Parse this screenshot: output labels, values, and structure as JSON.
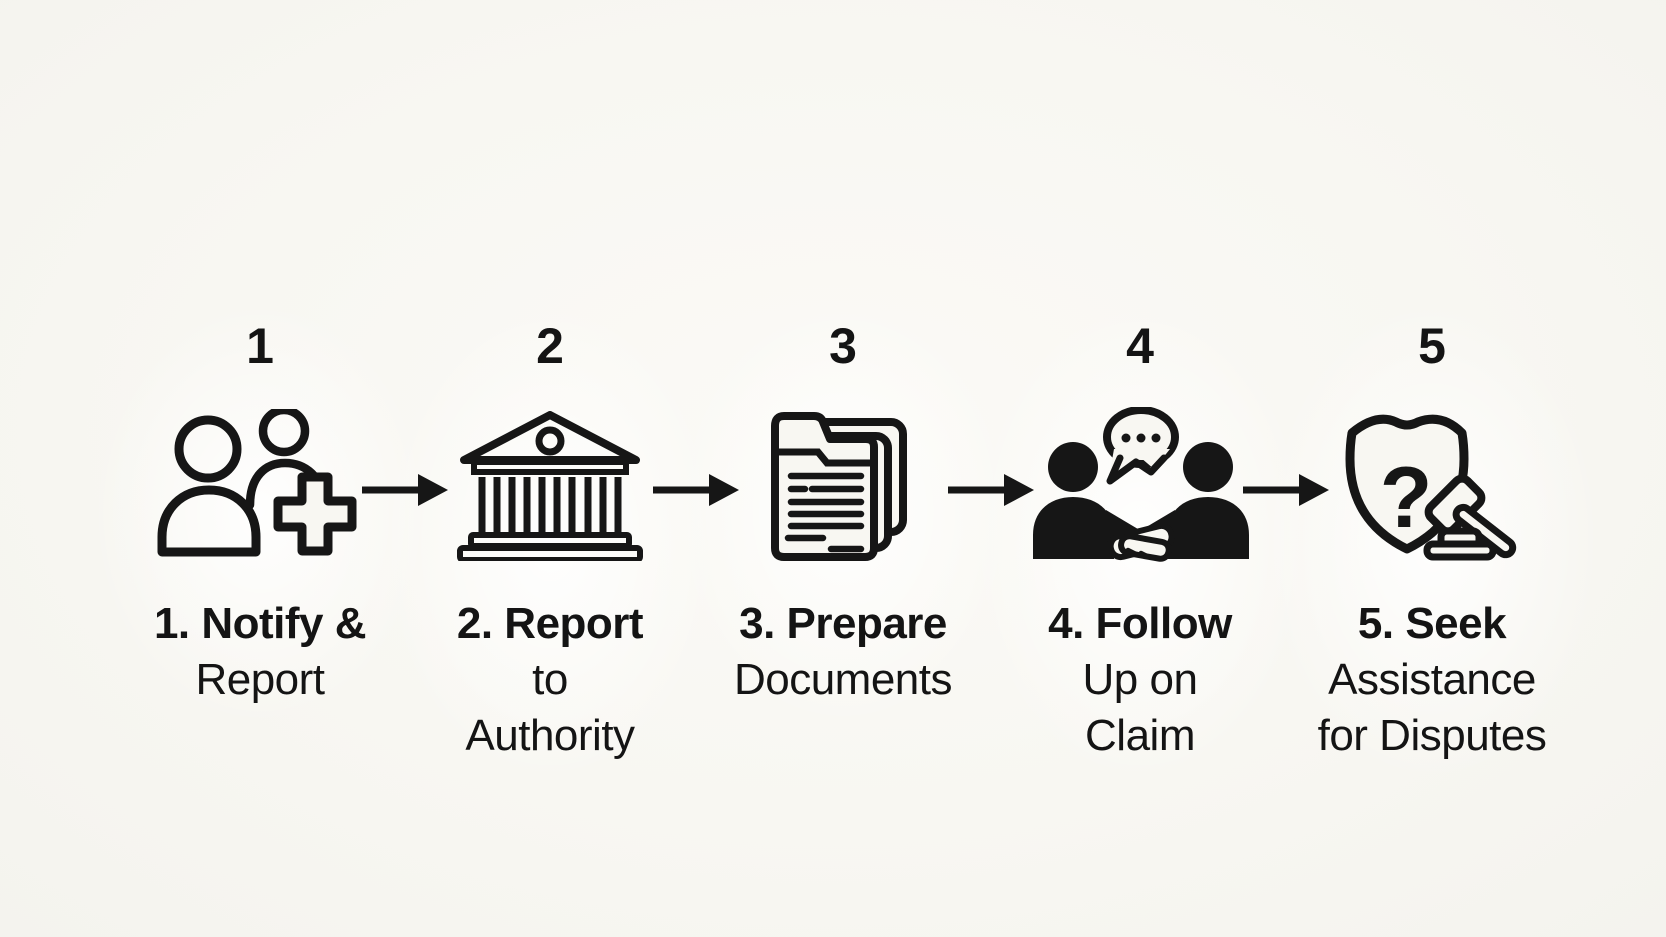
{
  "diagram": {
    "type": "process-flow",
    "step_count": 5,
    "steps": [
      {
        "number": "1",
        "icon": "add-person-icon",
        "title": "1. Notify &",
        "subtitle": "Report"
      },
      {
        "number": "2",
        "icon": "bank-building-icon",
        "title": "2. Report",
        "subtitle": "to\nAuthority"
      },
      {
        "number": "3",
        "icon": "documents-folder-icon",
        "title": "3. Prepare",
        "subtitle": "Documents"
      },
      {
        "number": "4",
        "icon": "handshake-discussion-icon",
        "title": "4. Follow",
        "subtitle": "Up on\nClaim"
      },
      {
        "number": "5",
        "icon": "shield-question-gavel-icon",
        "title": "5. Seek",
        "subtitle": "Assistance\nfor Disputes"
      }
    ],
    "connectors": {
      "icon": "arrow-right",
      "count": 4
    },
    "colors": {
      "ink": "#161616",
      "background": "#f8f7f2"
    }
  }
}
